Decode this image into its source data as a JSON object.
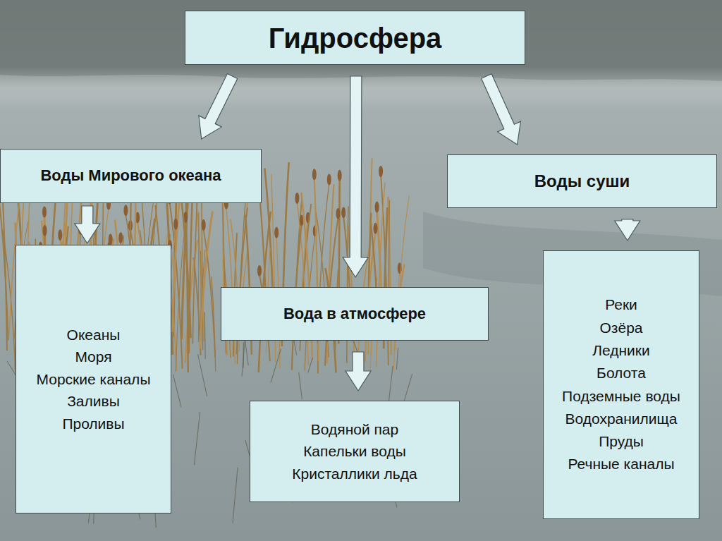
{
  "diagram": {
    "nodes": [
      {
        "text": [
          "Гидросфера"
        ]
      },
      {
        "text": [
          "Воды Мирового океана"
        ]
      },
      {
        "text": [
          "Вода в атмосфере"
        ]
      },
      {
        "text": [
          "Воды суши"
        ]
      },
      {
        "text": [
          "Океаны",
          "Моря",
          "Морские каналы",
          "Заливы",
          "Проливы"
        ]
      },
      {
        "text": [
          "Водяной пар",
          "Капельки воды",
          "Кристаллики льда"
        ]
      },
      {
        "text": [
          "Реки",
          "Озёра",
          "Ледники",
          "Болота",
          "Подземные воды",
          "Водохранилища",
          "Пруды",
          "Речные каналы"
        ]
      }
    ],
    "edges": [
      {
        "from": 0,
        "to": 1,
        "arrow": "to"
      },
      {
        "from": 0,
        "to": 2,
        "arrow": "to"
      },
      {
        "from": 0,
        "to": 3,
        "arrow": "to"
      },
      {
        "from": 1,
        "to": 4,
        "arrow": "to"
      },
      {
        "from": 2,
        "to": 5,
        "arrow": "to"
      },
      {
        "from": 3,
        "to": 6,
        "arrow": "to"
      }
    ]
  }
}
